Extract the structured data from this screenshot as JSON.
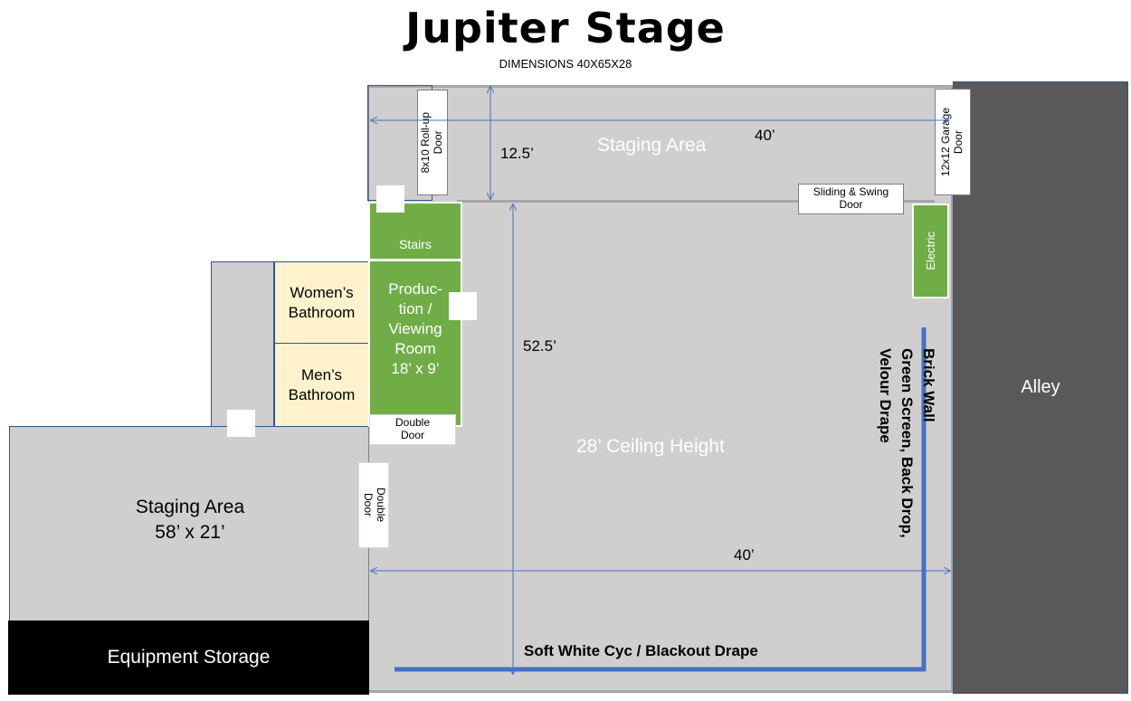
{
  "title": "Jupiter Stage",
  "subtitle": "DIMENSIONS 40X65X28",
  "rooms": {
    "staging_area_top": "Staging Area",
    "main_stage": "28’ Ceiling Height",
    "alley": "Alley",
    "staging_area_left_line1": "Staging Area",
    "staging_area_left_line2": "58’ x 21’",
    "equipment_storage": "Equipment Storage",
    "womens_bathroom_line1": "Women’s",
    "womens_bathroom_line2": "Bathroom",
    "mens_bathroom_line1": "Men’s",
    "mens_bathroom_line2": "Bathroom",
    "stairs": "Stairs",
    "production_line1": "Produc-",
    "production_line2": "tion /",
    "production_line3": "Viewing",
    "production_line4": "Room",
    "production_line5": "18’ x 9’",
    "electric": "Electric"
  },
  "doors": {
    "rollup_line1": "8x10 Roll-up",
    "rollup_line2": "Door",
    "garage_line1": "12x12 Garage",
    "garage_line2": "Door",
    "sliding_line1": "Sliding & Swing",
    "sliding_line2": "Door",
    "double_door_top_line1": "Double",
    "double_door_top_line2": "Door",
    "double_door_side_line1": "Double",
    "double_door_side_line2": "Door"
  },
  "dimensions": {
    "top_width": "40’",
    "top_depth": "12.5’",
    "main_depth": "52.5’",
    "main_width": "40’"
  },
  "walls": {
    "right_line1": "Brick Wall",
    "right_line2": "Green Screen, Back Drop,",
    "right_line3": "Velour Drape",
    "bottom": "Soft White Cyc / Blackout Drape"
  },
  "colors": {
    "floor": "#d0cece",
    "alley": "#595959",
    "storage": "#000000",
    "green_room": "#70ad47",
    "bathroom": "#fff2cc",
    "drape": "#4472c4",
    "dimension_line": "#4472c4"
  }
}
